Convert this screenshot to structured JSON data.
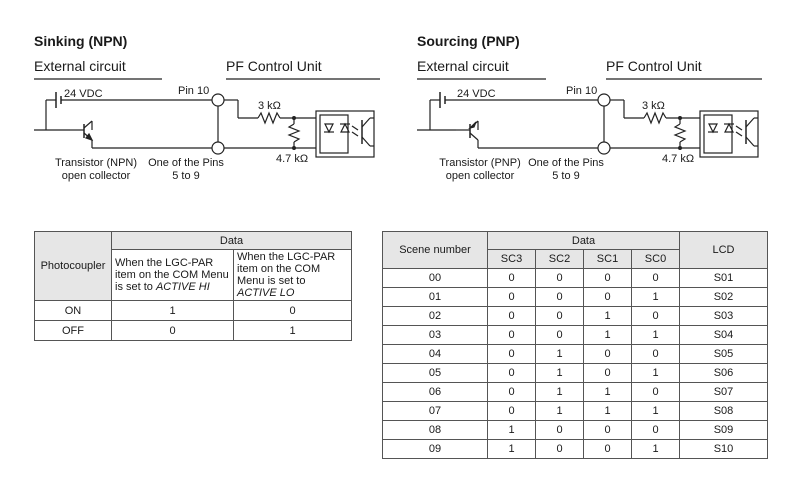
{
  "sinking": {
    "title": "Sinking (NPN)",
    "external_label": "External circuit",
    "control_label": "PF Control Unit",
    "supply": "24 VDC",
    "pin_top": "Pin 10",
    "r1": "3 kΩ",
    "r2": "4.7 kΩ",
    "transistor_line1": "Transistor (NPN)",
    "transistor_line2": "open collector",
    "pins_line1": "One of the Pins",
    "pins_line2": "5 to 9"
  },
  "sourcing": {
    "title": "Sourcing (PNP)",
    "external_label": "External circuit",
    "control_label": "PF Control Unit",
    "supply": "24 VDC",
    "pin_top": "Pin 10",
    "r1": "3 kΩ",
    "r2": "4.7 kΩ",
    "transistor_line1": "Transistor (PNP)",
    "transistor_line2": "open collector",
    "pins_line1": "One of the Pins",
    "pins_line2": "5 to 9"
  },
  "photo_table": {
    "col_photocoupler": "Photocoupler",
    "col_data": "Data",
    "sub_hi_pre": "When the LGC-PAR item on the COM Menu is set to ",
    "sub_hi_em": "ACTIVE HI",
    "sub_lo_pre": "When the LGC-PAR item on the COM Menu is set to ",
    "sub_lo_em": "ACTIVE LO",
    "rows": [
      {
        "state": "ON",
        "hi": "1",
        "lo": "0"
      },
      {
        "state": "OFF",
        "hi": "0",
        "lo": "1"
      }
    ]
  },
  "scene_table": {
    "col_scene": "Scene number",
    "col_data": "Data",
    "col_lcd": "LCD",
    "sub": [
      "SC3",
      "SC2",
      "SC1",
      "SC0"
    ],
    "rows": [
      {
        "scene": "00",
        "bits": [
          "0",
          "0",
          "0",
          "0"
        ],
        "lcd": "S01"
      },
      {
        "scene": "01",
        "bits": [
          "0",
          "0",
          "0",
          "1"
        ],
        "lcd": "S02"
      },
      {
        "scene": "02",
        "bits": [
          "0",
          "0",
          "1",
          "0"
        ],
        "lcd": "S03"
      },
      {
        "scene": "03",
        "bits": [
          "0",
          "0",
          "1",
          "1"
        ],
        "lcd": "S04"
      },
      {
        "scene": "04",
        "bits": [
          "0",
          "1",
          "0",
          "0"
        ],
        "lcd": "S05"
      },
      {
        "scene": "05",
        "bits": [
          "0",
          "1",
          "0",
          "1"
        ],
        "lcd": "S06"
      },
      {
        "scene": "06",
        "bits": [
          "0",
          "1",
          "1",
          "0"
        ],
        "lcd": "S07"
      },
      {
        "scene": "07",
        "bits": [
          "0",
          "1",
          "1",
          "1"
        ],
        "lcd": "S08"
      },
      {
        "scene": "08",
        "bits": [
          "1",
          "0",
          "0",
          "0"
        ],
        "lcd": "S09"
      },
      {
        "scene": "09",
        "bits": [
          "1",
          "0",
          "0",
          "1"
        ],
        "lcd": "S10"
      }
    ]
  }
}
